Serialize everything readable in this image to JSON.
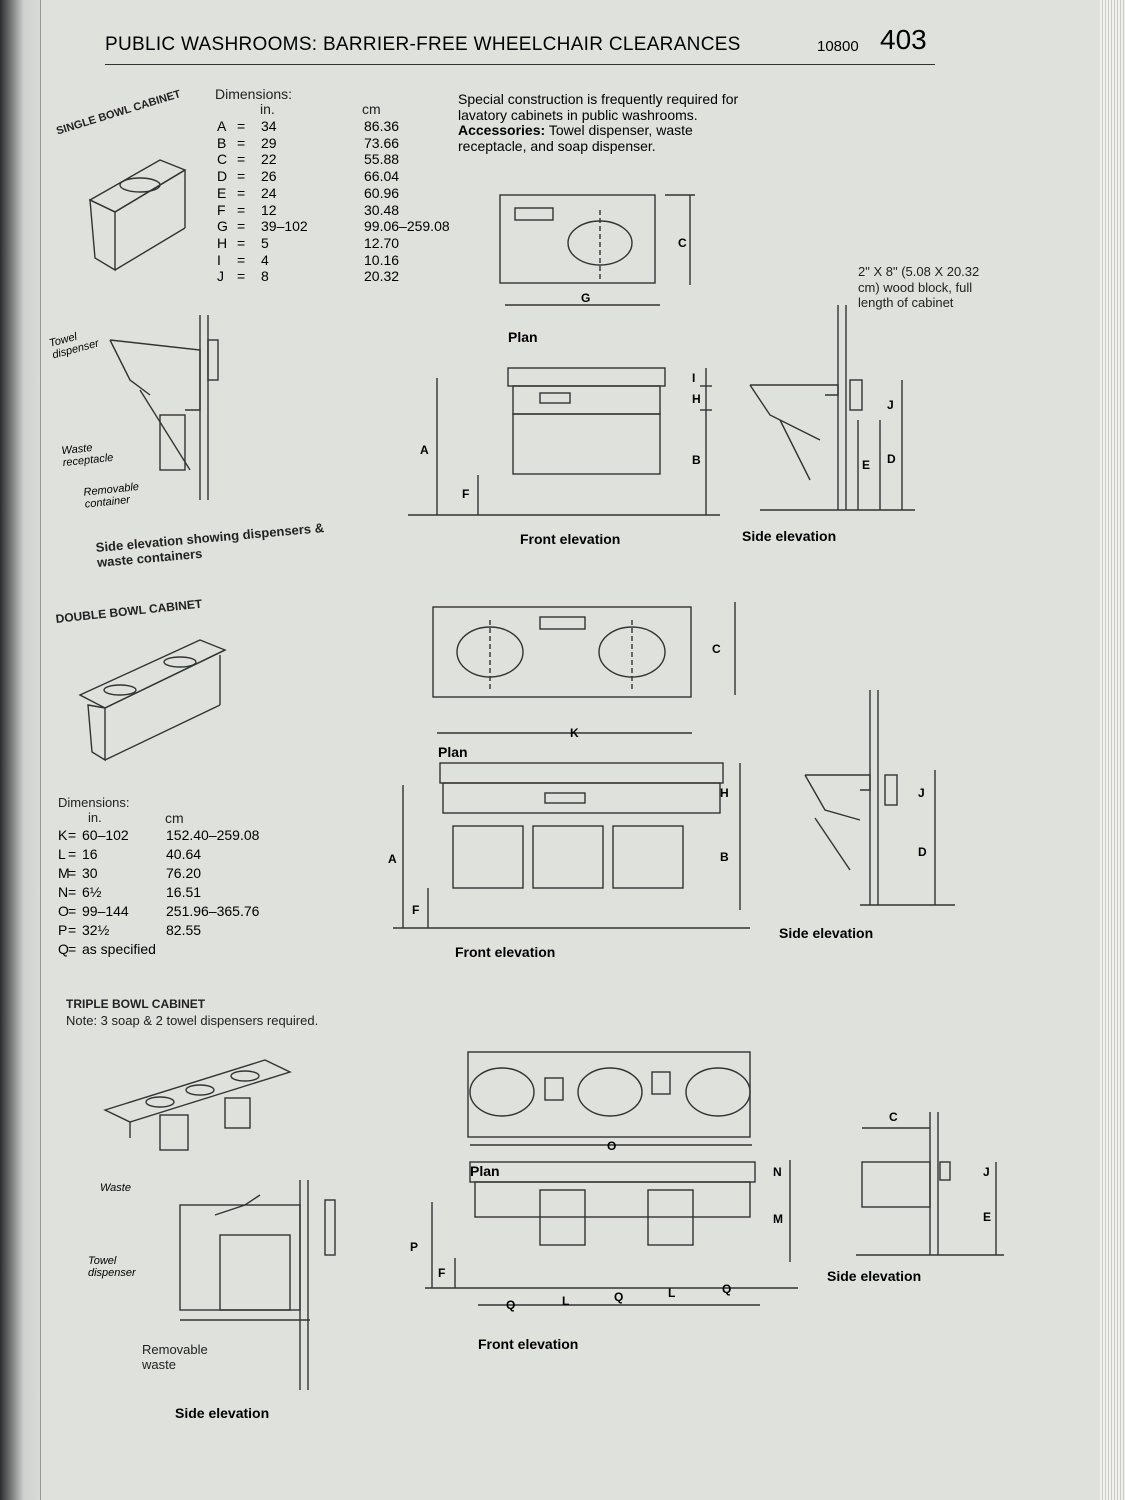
{
  "header": {
    "title": "PUBLIC WASHROOMS: BARRIER-FREE WHEELCHAIR CLEARANCES",
    "code": "10800",
    "page_number": "403"
  },
  "note": {
    "text": "Special construction is frequently required for lavatory cabinets in public washrooms.",
    "accessories_label": "Accessories:",
    "accessories_text": "Towel dispenser, waste receptacle, and soap dispenser."
  },
  "dimensions_1": {
    "title": "Dimensions:",
    "col_in": "in.",
    "col_cm": "cm",
    "rows": [
      {
        "k": "A",
        "in": "34",
        "cm": "86.36"
      },
      {
        "k": "B",
        "in": "29",
        "cm": "73.66"
      },
      {
        "k": "C",
        "in": "22",
        "cm": "55.88"
      },
      {
        "k": "D",
        "in": "26",
        "cm": "66.04"
      },
      {
        "k": "E",
        "in": "24",
        "cm": "60.96"
      },
      {
        "k": "F",
        "in": "12",
        "cm": "30.48"
      },
      {
        "k": "G",
        "in": "39–102",
        "cm": "99.06–259.08"
      },
      {
        "k": "H",
        "in": "5",
        "cm": "12.70"
      },
      {
        "k": "I",
        "in": "4",
        "cm": "10.16"
      },
      {
        "k": "J",
        "in": "8",
        "cm": "20.32"
      }
    ]
  },
  "dimensions_2": {
    "title": "Dimensions:",
    "col_in": "in.",
    "col_cm": "cm",
    "rows": [
      {
        "k": "K",
        "in": "60–102",
        "cm": "152.40–259.08"
      },
      {
        "k": "L",
        "in": "16",
        "cm": "40.64"
      },
      {
        "k": "M",
        "in": "30",
        "cm": "76.20"
      },
      {
        "k": "N",
        "in": "6½",
        "cm": "16.51"
      },
      {
        "k": "O",
        "in": "99–144",
        "cm": "251.96–365.76"
      },
      {
        "k": "P",
        "in": "32½",
        "cm": "82.55"
      },
      {
        "k": "Q",
        "in": "as specified",
        "cm": ""
      }
    ]
  },
  "single": {
    "title": "SINGLE BOWL CABINET",
    "towel": "Towel dispenser",
    "waste": "Waste receptacle",
    "removable": "Removable container",
    "side_caption": "Side elevation showing dispensers & waste containers",
    "plan": "Plan",
    "front": "Front elevation",
    "side": "Side elevation",
    "wood_block": "2\" X 8\" (5.08 X 20.32 cm) wood block, full length of cabinet"
  },
  "double": {
    "title": "DOUBLE BOWL CABINET",
    "plan": "Plan",
    "front": "Front elevation",
    "side": "Side elevation"
  },
  "triple": {
    "title": "TRIPLE BOWL CABINET",
    "note": "Note: 3 soap & 2 towel dispensers required.",
    "waste": "Waste",
    "towel": "Towel dispenser",
    "removable": "Removable waste",
    "side_caption": "Side elevation",
    "plan": "Plan",
    "front": "Front elevation",
    "side": "Side elevation"
  },
  "letters": [
    "A",
    "B",
    "C",
    "D",
    "E",
    "F",
    "G",
    "H",
    "I",
    "J",
    "K",
    "L",
    "M",
    "N",
    "O",
    "P",
    "Q"
  ]
}
